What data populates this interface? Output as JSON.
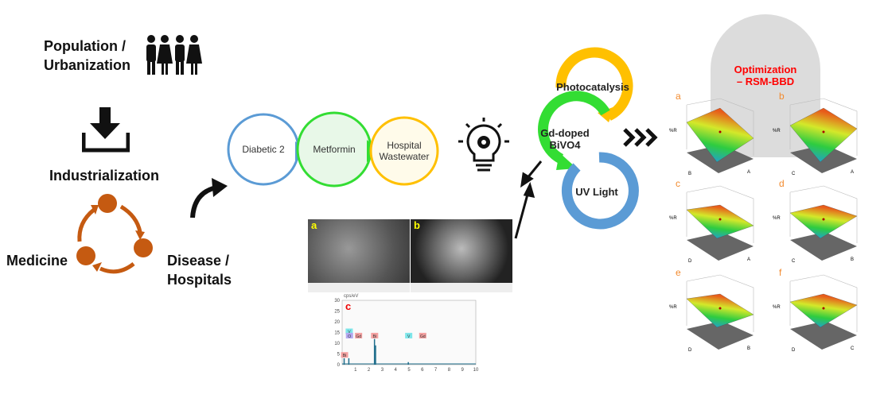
{
  "left_cycle": {
    "population": "Population /\nUrbanization",
    "industrialization": "Industrialization",
    "medicine": "Medicine",
    "disease": "Disease /\nHospitals",
    "cycle_color": "#c55a11"
  },
  "chain": {
    "items": [
      "Diabetic 2",
      "Metformin",
      "Hospital\nWastewater"
    ]
  },
  "sem": {
    "labels": [
      "a",
      "b",
      "c"
    ]
  },
  "eds": {
    "y_unit": "cps/eV",
    "y_ticks": [
      "0",
      "5",
      "10",
      "15",
      "20",
      "25",
      "30"
    ],
    "x_ticks": [
      "1",
      "2",
      "3",
      "4",
      "5",
      "6",
      "7",
      "8",
      "9",
      "10"
    ],
    "peaks": [
      "Bi",
      "V",
      "O",
      "Gd",
      "Bi",
      "V",
      "Gd"
    ]
  },
  "cycle": {
    "photocatalysis": "Photocatalysis",
    "catalyst": "Gd-doped\nBiVO4",
    "uv": "UV Light"
  },
  "optimization": {
    "title": "Optimization\n– RSM-BBD",
    "color": "#ff0000"
  },
  "plots": [
    {
      "label": "a",
      "y": "%R",
      "x1": "B",
      "x2": "A"
    },
    {
      "label": "b",
      "y": "%R",
      "x1": "C",
      "x2": "A"
    },
    {
      "label": "c",
      "y": "%R",
      "x1": "D",
      "x2": "A"
    },
    {
      "label": "d",
      "y": "%R",
      "x1": "C",
      "x2": "B"
    },
    {
      "label": "e",
      "y": "%R",
      "x1": "D",
      "x2": "B"
    },
    {
      "label": "f",
      "y": "%R",
      "x1": "D",
      "x2": "C"
    }
  ]
}
